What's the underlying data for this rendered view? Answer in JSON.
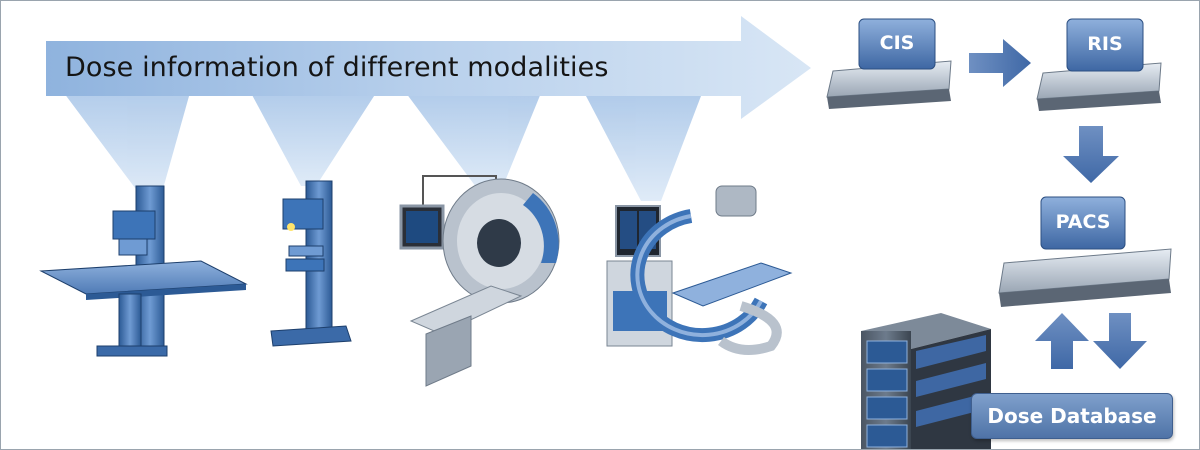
{
  "banner": {
    "title": "Dose information of different modalities"
  },
  "systems": {
    "cis": "CIS",
    "ris": "RIS",
    "pacs": "PACS",
    "dose_database": "Dose Database"
  },
  "colors": {
    "banner_light": "#cfe0f3",
    "banner_dark": "#8fb3de",
    "device_blue": "#3d74b8",
    "device_dark": "#244d83",
    "arrow_blue": "#4a73b0",
    "label_text": "#ffffff"
  }
}
